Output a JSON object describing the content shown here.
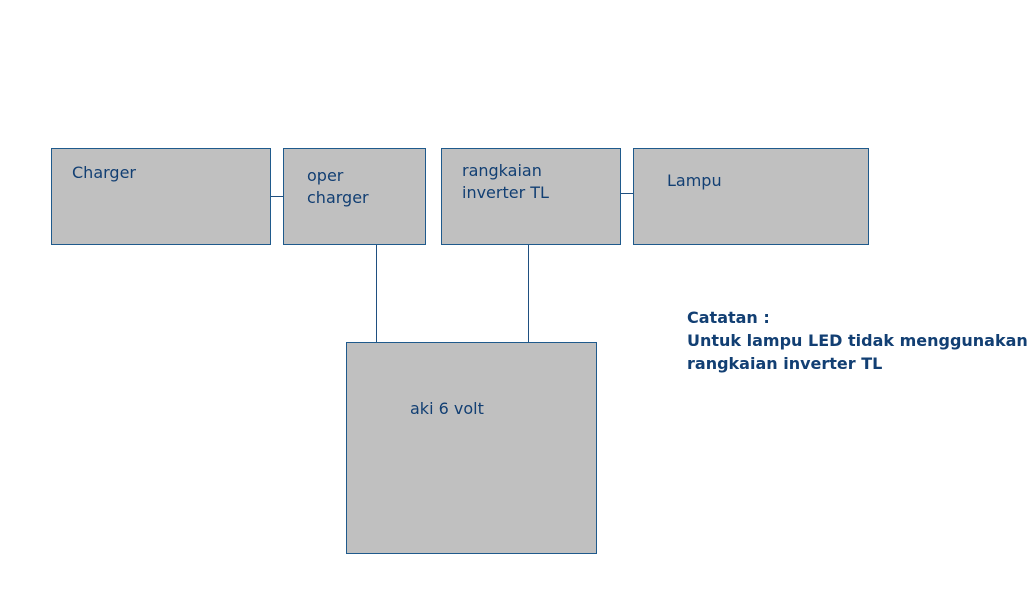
{
  "boxes": {
    "charger": "Charger",
    "oper_charger": "oper\ncharger",
    "inverter": "rangkaian\ninverter TL",
    "lampu": "Lampu",
    "aki": "aki 6 volt"
  },
  "note": {
    "title": "Catatan :",
    "line1": "Untuk lampu LED tidak menggunakan",
    "line2": "rangkaian inverter TL"
  },
  "colors": {
    "box_fill": "#c0c0c0",
    "border": "#1f5a8c",
    "text": "#123f73"
  }
}
